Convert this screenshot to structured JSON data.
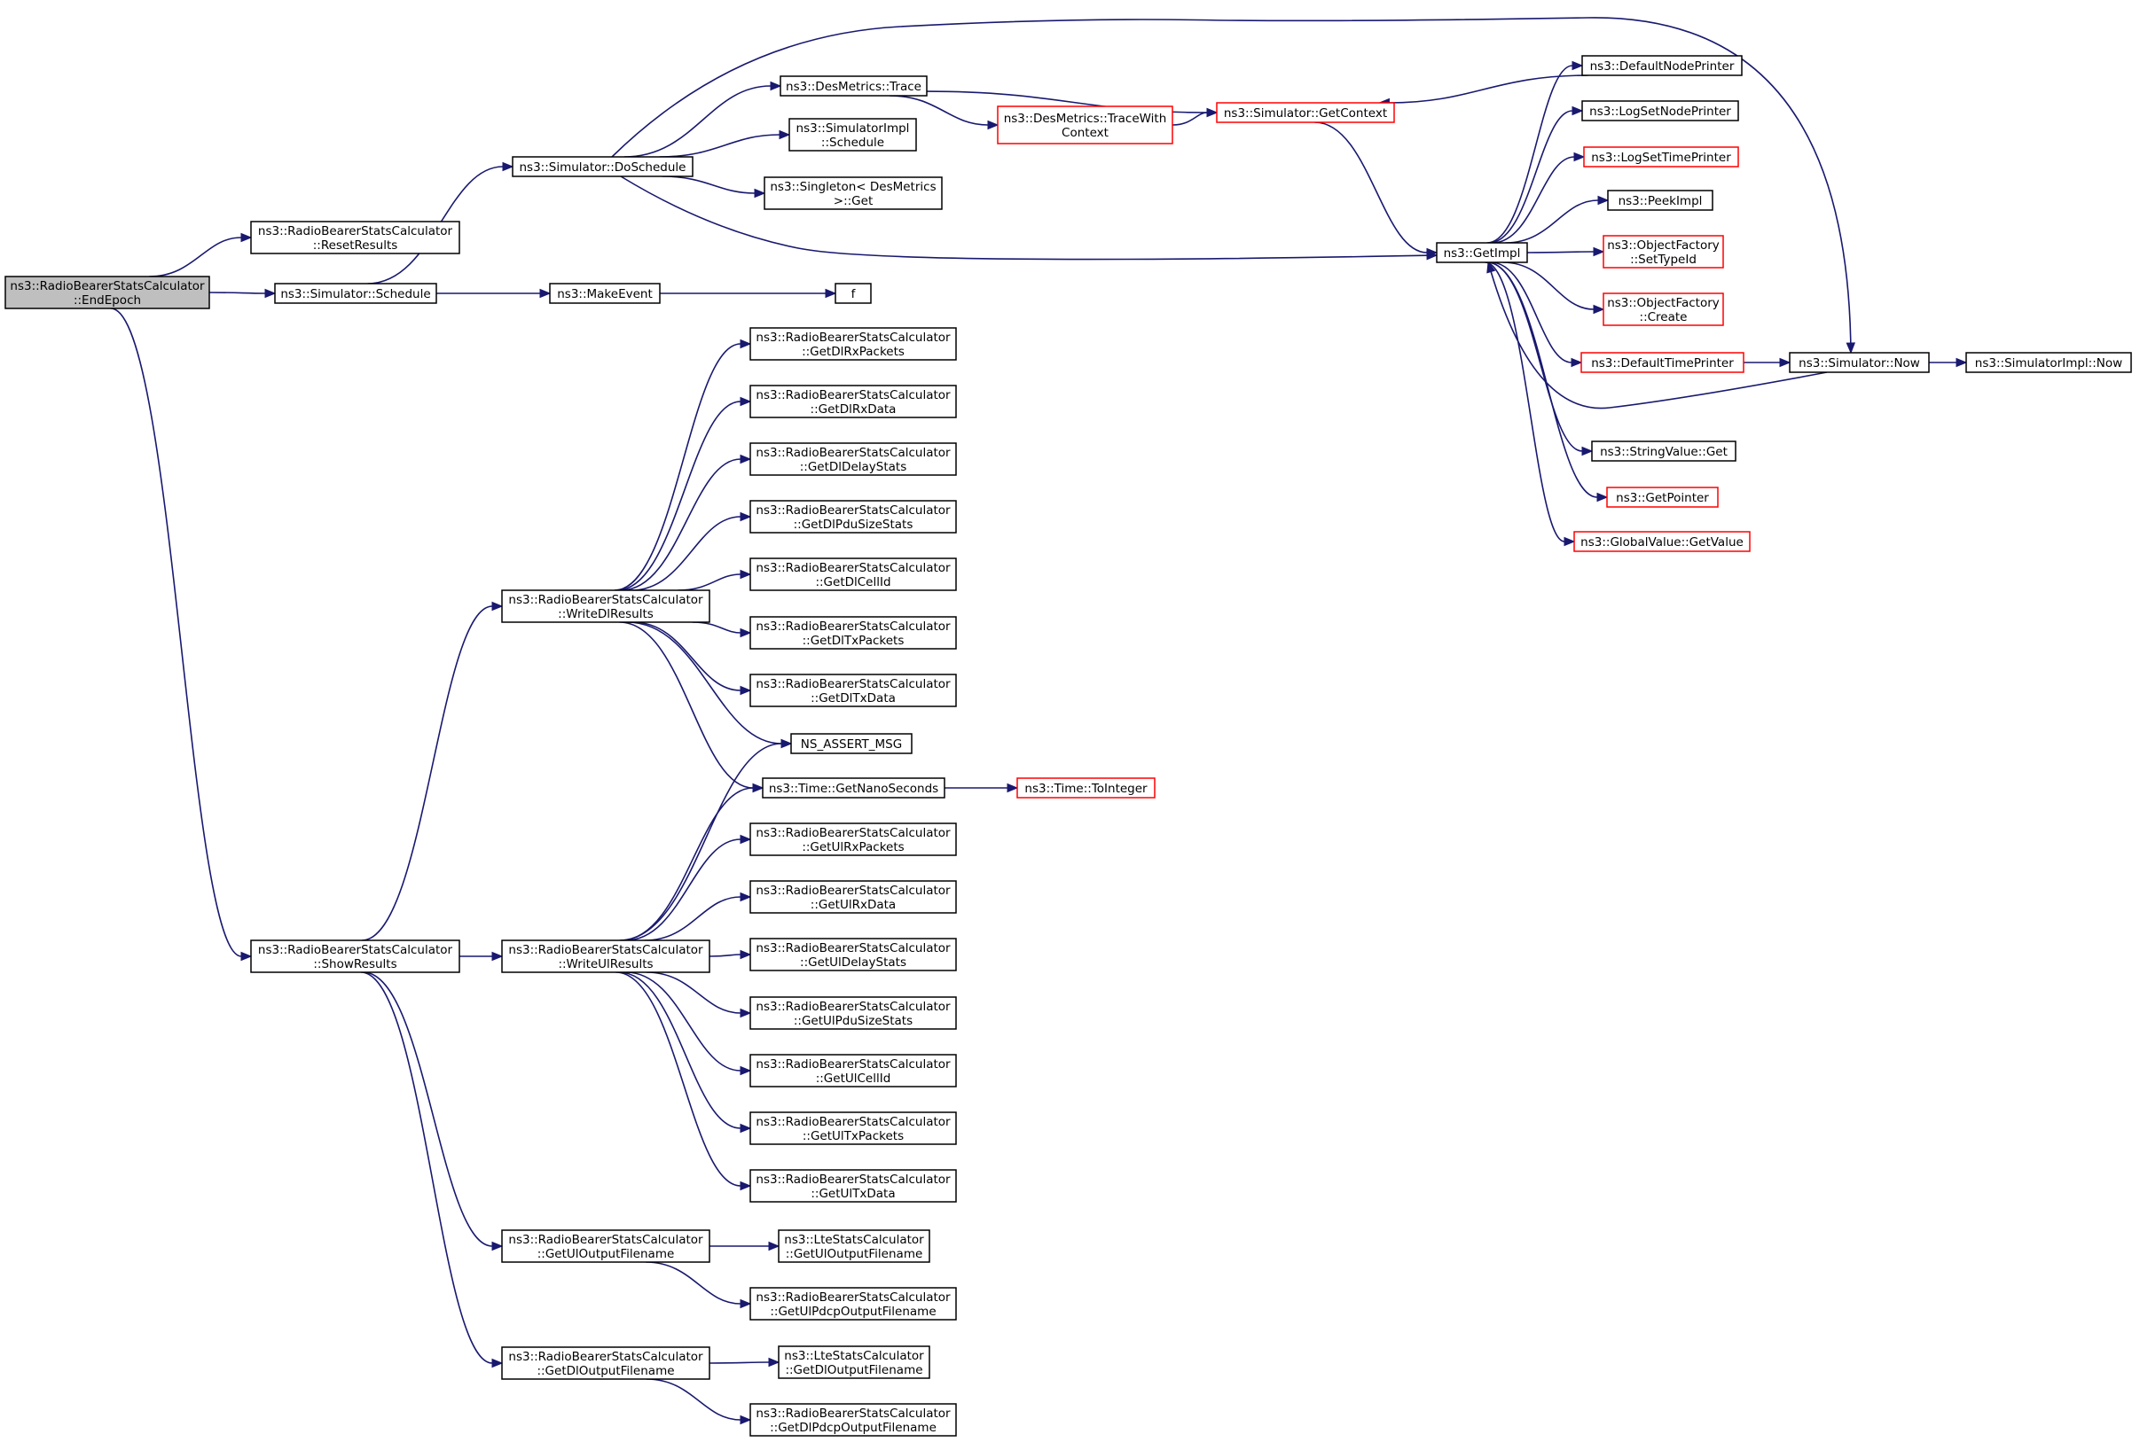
{
  "nodes": {
    "endEpoch": {
      "lines": [
        "ns3::RadioBearerStatsCalculator",
        "::EndEpoch"
      ],
      "red": false,
      "root": true
    },
    "resetResults": {
      "lines": [
        "ns3::RadioBearerStatsCalculator",
        "::ResetResults"
      ],
      "red": false
    },
    "schedule": {
      "lines": [
        "ns3::Simulator::Schedule"
      ],
      "red": false
    },
    "showResults": {
      "lines": [
        "ns3::RadioBearerStatsCalculator",
        "::ShowResults"
      ],
      "red": false
    },
    "doSchedule": {
      "lines": [
        "ns3::Simulator::DoSchedule"
      ],
      "red": false
    },
    "makeEvent": {
      "lines": [
        "ns3::MakeEvent"
      ],
      "red": false
    },
    "f": {
      "lines": [
        "f"
      ],
      "red": false
    },
    "desTrace": {
      "lines": [
        "ns3::DesMetrics::Trace"
      ],
      "red": false
    },
    "simImplSchedule": {
      "lines": [
        "ns3::SimulatorImpl",
        "::Schedule"
      ],
      "red": false
    },
    "singletonGet": {
      "lines": [
        "ns3::Singleton< DesMetrics",
        " >::Get"
      ],
      "red": false
    },
    "traceWithContext": {
      "lines": [
        "ns3::DesMetrics::TraceWith",
        "Context"
      ],
      "red": true
    },
    "getContext": {
      "lines": [
        "ns3::Simulator::GetContext"
      ],
      "red": true
    },
    "getImpl": {
      "lines": [
        "ns3::GetImpl"
      ],
      "red": false
    },
    "defaultNodePrinter": {
      "lines": [
        "ns3::DefaultNodePrinter"
      ],
      "red": false
    },
    "logSetNodePrinter": {
      "lines": [
        "ns3::LogSetNodePrinter"
      ],
      "red": false
    },
    "logSetTimePrinter": {
      "lines": [
        "ns3::LogSetTimePrinter"
      ],
      "red": true
    },
    "peekImpl": {
      "lines": [
        "ns3::PeekImpl"
      ],
      "red": false
    },
    "setTypeId": {
      "lines": [
        "ns3::ObjectFactory",
        "::SetTypeId"
      ],
      "red": true
    },
    "ofCreate": {
      "lines": [
        "ns3::ObjectFactory",
        "::Create"
      ],
      "red": true
    },
    "defaultTimePrinter": {
      "lines": [
        "ns3::DefaultTimePrinter"
      ],
      "red": true
    },
    "simNow": {
      "lines": [
        "ns3::Simulator::Now"
      ],
      "red": false
    },
    "simImplNow": {
      "lines": [
        "ns3::SimulatorImpl::Now"
      ],
      "red": false
    },
    "stringValueGet": {
      "lines": [
        "ns3::StringValue::Get"
      ],
      "red": false
    },
    "getPointer": {
      "lines": [
        "ns3::GetPointer"
      ],
      "red": true
    },
    "globalGetValue": {
      "lines": [
        "ns3::GlobalValue::GetValue"
      ],
      "red": true
    },
    "writeDl": {
      "lines": [
        "ns3::RadioBearerStatsCalculator",
        "::WriteDlResults"
      ],
      "red": false
    },
    "writeUl": {
      "lines": [
        "ns3::RadioBearerStatsCalculator",
        "::WriteUlResults"
      ],
      "red": false
    },
    "getUlOutFile": {
      "lines": [
        "ns3::RadioBearerStatsCalculator",
        "::GetUlOutputFilename"
      ],
      "red": false
    },
    "getDlOutFile": {
      "lines": [
        "ns3::RadioBearerStatsCalculator",
        "::GetDlOutputFilename"
      ],
      "red": false
    },
    "getDlRxPackets": {
      "lines": [
        "ns3::RadioBearerStatsCalculator",
        "::GetDlRxPackets"
      ],
      "red": false
    },
    "getDlRxData": {
      "lines": [
        "ns3::RadioBearerStatsCalculator",
        "::GetDlRxData"
      ],
      "red": false
    },
    "getDlDelayStats": {
      "lines": [
        "ns3::RadioBearerStatsCalculator",
        "::GetDlDelayStats"
      ],
      "red": false
    },
    "getDlPduSizeStats": {
      "lines": [
        "ns3::RadioBearerStatsCalculator",
        "::GetDlPduSizeStats"
      ],
      "red": false
    },
    "getDlCellId": {
      "lines": [
        "ns3::RadioBearerStatsCalculator",
        "::GetDlCellId"
      ],
      "red": false
    },
    "getDlTxPackets": {
      "lines": [
        "ns3::RadioBearerStatsCalculator",
        "::GetDlTxPackets"
      ],
      "red": false
    },
    "getDlTxData": {
      "lines": [
        "ns3::RadioBearerStatsCalculator",
        "::GetDlTxData"
      ],
      "red": false
    },
    "nsAssertMsg": {
      "lines": [
        "NS_ASSERT_MSG"
      ],
      "red": false
    },
    "getNanoSeconds": {
      "lines": [
        "ns3::Time::GetNanoSeconds"
      ],
      "red": false
    },
    "toInteger": {
      "lines": [
        "ns3::Time::ToInteger"
      ],
      "red": true
    },
    "getUlRxPackets": {
      "lines": [
        "ns3::RadioBearerStatsCalculator",
        "::GetUlRxPackets"
      ],
      "red": false
    },
    "getUlRxData": {
      "lines": [
        "ns3::RadioBearerStatsCalculator",
        "::GetUlRxData"
      ],
      "red": false
    },
    "getUlDelayStats": {
      "lines": [
        "ns3::RadioBearerStatsCalculator",
        "::GetUlDelayStats"
      ],
      "red": false
    },
    "getUlPduSizeStats": {
      "lines": [
        "ns3::RadioBearerStatsCalculator",
        "::GetUlPduSizeStats"
      ],
      "red": false
    },
    "getUlCellId": {
      "lines": [
        "ns3::RadioBearerStatsCalculator",
        "::GetUlCellId"
      ],
      "red": false
    },
    "getUlTxPackets": {
      "lines": [
        "ns3::RadioBearerStatsCalculator",
        "::GetUlTxPackets"
      ],
      "red": false
    },
    "getUlTxData": {
      "lines": [
        "ns3::RadioBearerStatsCalculator",
        "::GetUlTxData"
      ],
      "red": false
    },
    "lteUlOutFile": {
      "lines": [
        "ns3::LteStatsCalculator",
        "::GetUlOutputFilename"
      ],
      "red": false
    },
    "ulPdcpOutFile": {
      "lines": [
        "ns3::RadioBearerStatsCalculator",
        "::GetUlPdcpOutputFilename"
      ],
      "red": false
    },
    "lteDlOutFile": {
      "lines": [
        "ns3::LteStatsCalculator",
        "::GetDlOutputFilename"
      ],
      "red": false
    },
    "dlPdcpOutFile": {
      "lines": [
        "ns3::RadioBearerStatsCalculator",
        "::GetDlPdcpOutputFilename"
      ],
      "red": false
    }
  },
  "edges": [
    [
      "endEpoch",
      "resetResults"
    ],
    [
      "endEpoch",
      "schedule"
    ],
    [
      "endEpoch",
      "showResults"
    ],
    [
      "schedule",
      "doSchedule"
    ],
    [
      "schedule",
      "makeEvent"
    ],
    [
      "makeEvent",
      "f"
    ],
    [
      "doSchedule",
      "desTrace"
    ],
    [
      "doSchedule",
      "simImplSchedule"
    ],
    [
      "doSchedule",
      "singletonGet"
    ],
    [
      "doSchedule",
      "getImpl"
    ],
    [
      "doSchedule",
      "simNow"
    ],
    [
      "desTrace",
      "traceWithContext"
    ],
    [
      "desTrace",
      "getContext"
    ],
    [
      "traceWithContext",
      "getContext"
    ],
    [
      "getContext",
      "getImpl"
    ],
    [
      "getImpl",
      "defaultNodePrinter"
    ],
    [
      "getImpl",
      "logSetNodePrinter"
    ],
    [
      "getImpl",
      "logSetTimePrinter"
    ],
    [
      "getImpl",
      "peekImpl"
    ],
    [
      "getImpl",
      "setTypeId"
    ],
    [
      "getImpl",
      "ofCreate"
    ],
    [
      "getImpl",
      "defaultTimePrinter"
    ],
    [
      "getImpl",
      "stringValueGet"
    ],
    [
      "getImpl",
      "getPointer"
    ],
    [
      "getImpl",
      "globalGetValue"
    ],
    [
      "defaultNodePrinter",
      "getContext"
    ],
    [
      "defaultTimePrinter",
      "simNow"
    ],
    [
      "simNow",
      "getImpl"
    ],
    [
      "simNow",
      "simImplNow"
    ],
    [
      "showResults",
      "writeDl"
    ],
    [
      "showResults",
      "writeUl"
    ],
    [
      "showResults",
      "getUlOutFile"
    ],
    [
      "showResults",
      "getDlOutFile"
    ],
    [
      "writeDl",
      "getDlRxPackets"
    ],
    [
      "writeDl",
      "getDlRxData"
    ],
    [
      "writeDl",
      "getDlDelayStats"
    ],
    [
      "writeDl",
      "getDlPduSizeStats"
    ],
    [
      "writeDl",
      "getDlCellId"
    ],
    [
      "writeDl",
      "getDlTxPackets"
    ],
    [
      "writeDl",
      "getDlTxData"
    ],
    [
      "writeDl",
      "nsAssertMsg"
    ],
    [
      "writeDl",
      "getNanoSeconds"
    ],
    [
      "writeUl",
      "nsAssertMsg"
    ],
    [
      "writeUl",
      "getNanoSeconds"
    ],
    [
      "writeUl",
      "getUlRxPackets"
    ],
    [
      "writeUl",
      "getUlRxData"
    ],
    [
      "writeUl",
      "getUlDelayStats"
    ],
    [
      "writeUl",
      "getUlPduSizeStats"
    ],
    [
      "writeUl",
      "getUlCellId"
    ],
    [
      "writeUl",
      "getUlTxPackets"
    ],
    [
      "writeUl",
      "getUlTxData"
    ],
    [
      "getNanoSeconds",
      "toInteger"
    ],
    [
      "getUlOutFile",
      "lteUlOutFile"
    ],
    [
      "getUlOutFile",
      "ulPdcpOutFile"
    ],
    [
      "getDlOutFile",
      "lteDlOutFile"
    ],
    [
      "getDlOutFile",
      "dlPdcpOutFile"
    ]
  ]
}
